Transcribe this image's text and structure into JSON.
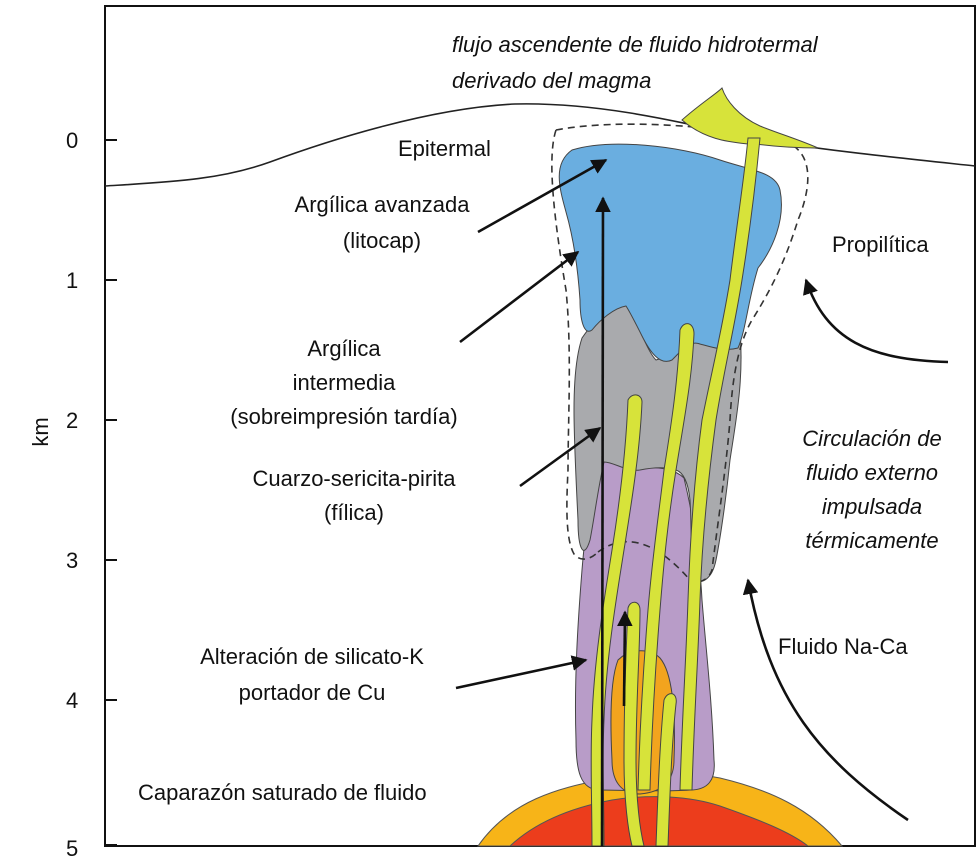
{
  "axis": {
    "unit_label": "km",
    "ticks": [
      "0",
      "1",
      "2",
      "3",
      "4",
      "5"
    ]
  },
  "labels": {
    "fluid_flow": [
      "flujo ascendente de fluido hidrotermal",
      "derivado del magma"
    ],
    "epitermal": "Epitermal",
    "arg_avanzada": [
      "Argílica avanzada",
      "(litocap)"
    ],
    "propilitica": "Propilítica",
    "arg_intermedia": [
      "Argílica",
      "intermedia",
      "(sobreimpresión tardía)"
    ],
    "circulacion": [
      "Circulación de",
      "fluido externo",
      "impulsada",
      "térmicamente"
    ],
    "cuarzo": [
      "Cuarzo-sericita-pirita",
      "(fílica)"
    ],
    "fluido_naca": "Fluido Na-Ca",
    "silicato_k": [
      "Alteración de silicato-K",
      "portador de Cu"
    ],
    "caparazon": "Caparazón saturado de fluido"
  },
  "colors": {
    "advanced_argillic": "#6aaee0",
    "intermediate_argillic": "#a9aaad",
    "phyllic_potassic": "#b89cc8",
    "veins": "#d7e33a",
    "carapace_outer": "#f7b418",
    "carapace_inner": "#ec3d1c",
    "orange_zone": "#f2a41e"
  }
}
